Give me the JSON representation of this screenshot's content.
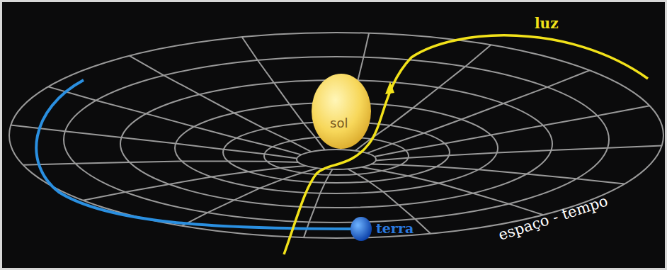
{
  "diagram": {
    "nodes": [
      {
        "text": [
          "sol"
        ]
      },
      {
        "text": [
          "terra"
        ]
      }
    ],
    "labels": [
      "luz",
      "espaço - tempo"
    ]
  }
}
